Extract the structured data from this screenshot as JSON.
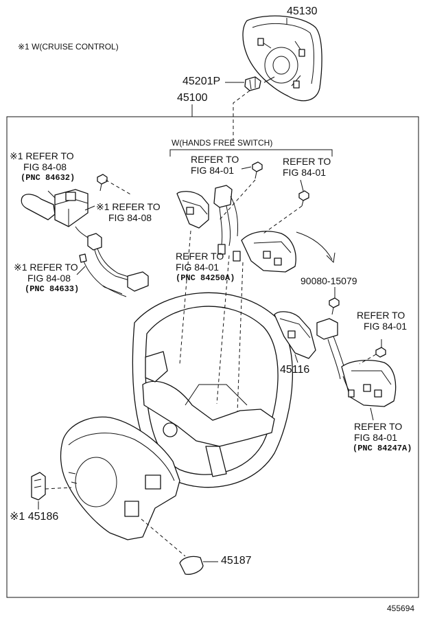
{
  "note": "※1 W(CRUISE CONTROL)",
  "hands_free": "W(HANDS FREE SWITCH)",
  "parts": {
    "p45130": "45130",
    "p45201p": "45201P",
    "p45100": "45100",
    "p45116": "45116",
    "p90080": "90080-15079",
    "p45186": "※1 45186",
    "p45187": "45187"
  },
  "refs": {
    "ref_tl_1": "※1 REFER TO",
    "ref_tl_2": "FIG 84-08",
    "ref_tl_pnc": "(PNC 84632)",
    "ref_cl_1": "※1 REFER TO",
    "ref_cl_2": "FIG 84-08",
    "ref_ml_1": "※1 REFER TO",
    "ref_ml_2": "FIG 84-08",
    "ref_ml_pnc": "(PNC 84633)",
    "ref_c1_1": "REFER TO",
    "ref_c1_2": "FIG 84-01",
    "ref_c2_1": "REFER TO",
    "ref_c2_2": "FIG 84-01",
    "ref_c3_1": "REFER TO",
    "ref_c3_2": "FIG 84-01",
    "ref_c3_pnc": "(PNC 84250A)",
    "ref_r1_1": "REFER TO",
    "ref_r1_2": "FIG 84-01",
    "ref_r2_1": "REFER TO",
    "ref_r2_2": "FIG 84-01",
    "ref_r2_pnc": "(PNC 84247A)"
  },
  "figure_id": "455694"
}
